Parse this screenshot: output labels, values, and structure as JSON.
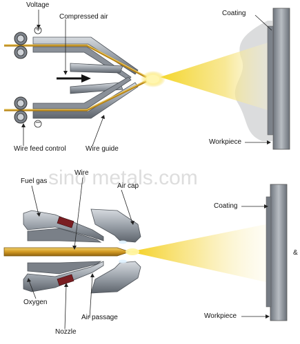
{
  "top_diagram": {
    "labels": {
      "voltage": "Voltage",
      "compressed_air": "Compressed air",
      "coating": "Coating",
      "wire_feed_control": "Wire feed control",
      "wire_guide": "Wire guide",
      "workpiece": "Workpiece"
    },
    "symbols": {
      "plus": "+",
      "minus": "−"
    }
  },
  "bottom_diagram": {
    "labels": {
      "fuel_gas": "Fuel gas",
      "wire": "Wire",
      "air_cap": "Air cap",
      "coating": "Coating",
      "oxygen": "Oxygen",
      "air_passage": "Air passage",
      "nozzle": "Nozzle",
      "workpiece": "Workpiece"
    },
    "edge_text": "&"
  },
  "watermark": "sino metals.com",
  "colors": {
    "wire": "#c8961e",
    "flame": "#f2d233",
    "steel": "#8e959d",
    "workpiece": "#8c9199",
    "coating_cloud": "#cfd0d2",
    "insulator": "#7a1e22"
  }
}
